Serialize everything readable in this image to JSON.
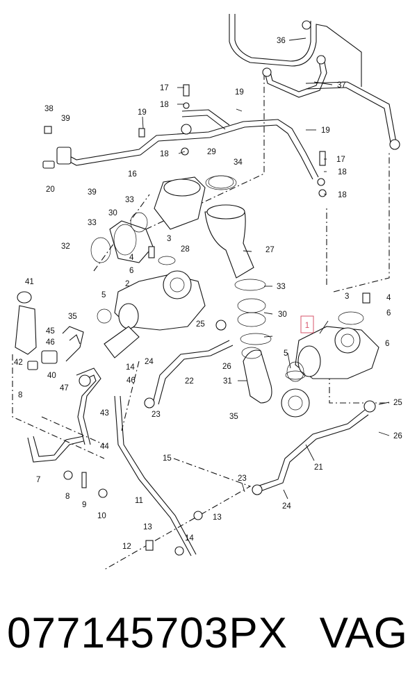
{
  "diagram": {
    "callouts": [
      "1",
      "2",
      "3",
      "3",
      "4",
      "4",
      "5",
      "5",
      "6",
      "6",
      "6",
      "7",
      "8",
      "8",
      "9",
      "10",
      "11",
      "12",
      "13",
      "13",
      "14",
      "14",
      "15",
      "16",
      "17",
      "17",
      "18",
      "18",
      "18",
      "18",
      "19",
      "19",
      "19",
      "20",
      "21",
      "22",
      "23",
      "23",
      "24",
      "24",
      "25",
      "25",
      "26",
      "26",
      "27",
      "28",
      "29",
      "30",
      "30",
      "31",
      "32",
      "33",
      "33",
      "33",
      "34",
      "35",
      "35",
      "36",
      "37",
      "38",
      "39",
      "39",
      "40",
      "41",
      "42",
      "43",
      "44",
      "45",
      "46",
      "46",
      "47"
    ],
    "highlight_color": "#d7536a"
  },
  "caption": {
    "part_number": "077145703PX",
    "brand": "VAG"
  }
}
